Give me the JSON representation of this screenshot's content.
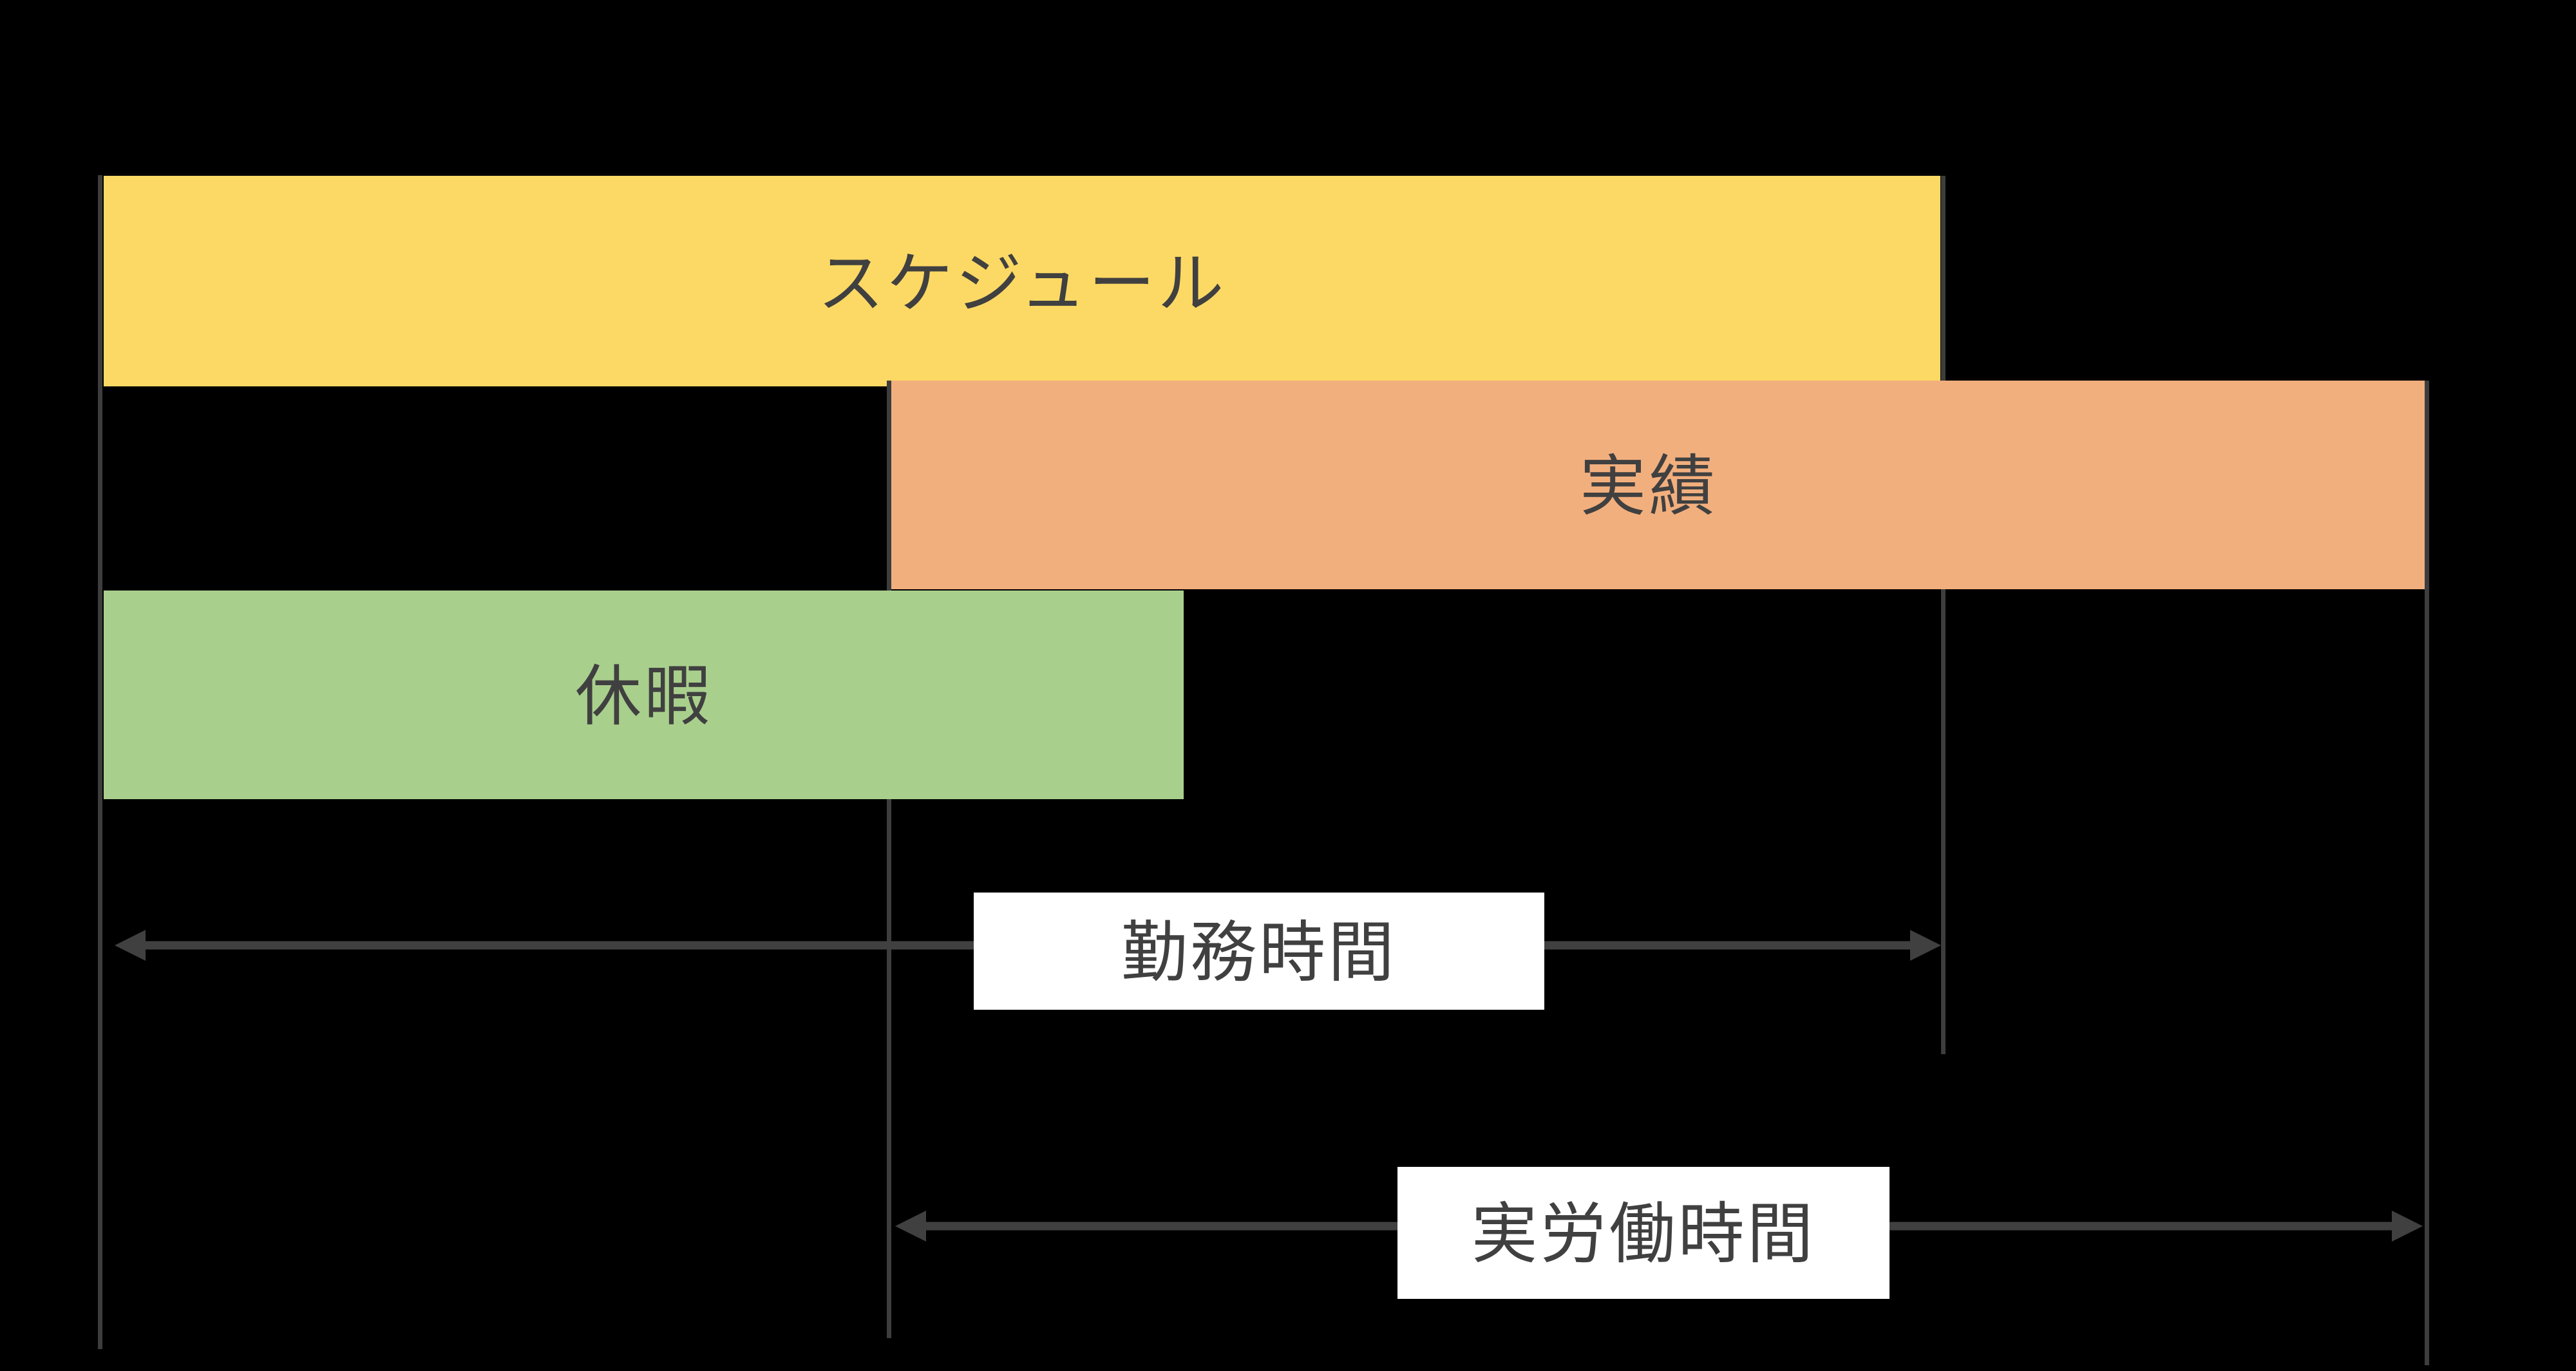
{
  "bars": {
    "schedule": {
      "label": "スケジュール",
      "color": "#FCD964"
    },
    "actual": {
      "label": "実績",
      "color": "#F2AF7E"
    },
    "vacation": {
      "label": "休暇",
      "color": "#A9CF8D"
    }
  },
  "annotations": {
    "work_hours": {
      "label": "勤務時間"
    },
    "actual_work_hours": {
      "label": "実労働時間"
    }
  },
  "colors": {
    "background": "#000000",
    "guide_line": "#3D3D3D",
    "arrow": "#404040",
    "label_text": "#404040",
    "annotation_box": "#FFFFFF"
  }
}
